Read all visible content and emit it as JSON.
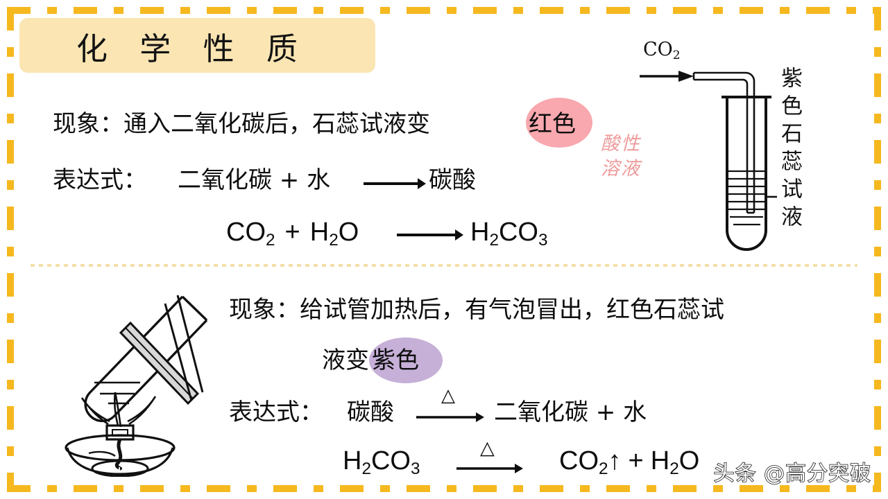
{
  "title": "化  学  性  质",
  "colors": {
    "frame": "#F5B81E",
    "banner": "#FAE5B3",
    "divider": "#F3DFA8",
    "red_highlight": "#F8A8AE",
    "purple_highlight": "#C6B0D8",
    "annotation_pink": "#EE9B9B",
    "text": "#0D0D0D"
  },
  "top_section": {
    "phenomenon_prefix": "现象：通入二氧化碳后，石蕊试液变",
    "phenomenon_highlight": "红色",
    "expression_label": "表达式：",
    "expression_left": "二氧化碳 + 水",
    "expression_arrow": "⟶",
    "expression_right": "碳酸",
    "equation": {
      "reactant_1": "CO",
      "reactant_1_sub": "2",
      "plus": "+",
      "reactant_2_a": "H",
      "reactant_2_sub": "2",
      "reactant_2_b": "O",
      "arrow": "⟶",
      "product_a": "H",
      "product_sub_1": "2",
      "product_b": "CO",
      "product_sub_2": "3"
    },
    "annotation_line_1": "酸性",
    "annotation_line_2": "溶液"
  },
  "apparatus_right": {
    "gas_label": "CO",
    "gas_label_sub": "2",
    "vertical_label": "紫色石蕊试液"
  },
  "bottom_section": {
    "phenomenon_line_1": "现象：给试管加热后，有气泡冒出，红色石蕊试",
    "phenomenon_line_2_prefix": "液变",
    "phenomenon_line_2_highlight": "紫色",
    "expression_label": "表达式：",
    "expression_left": "碳酸",
    "expression_condition": "△",
    "expression_right": "二氧化碳 + 水",
    "equation": {
      "reactant_a": "H",
      "reactant_sub_1": "2",
      "reactant_b": "CO",
      "reactant_sub_2": "3",
      "condition": "△",
      "product_1": "CO",
      "product_1_sub": "2",
      "product_1_gas": "↑",
      "plus": "+",
      "product_2_a": "H",
      "product_2_sub": "2",
      "product_2_b": "O"
    }
  },
  "watermark": "头条 @高分突破"
}
